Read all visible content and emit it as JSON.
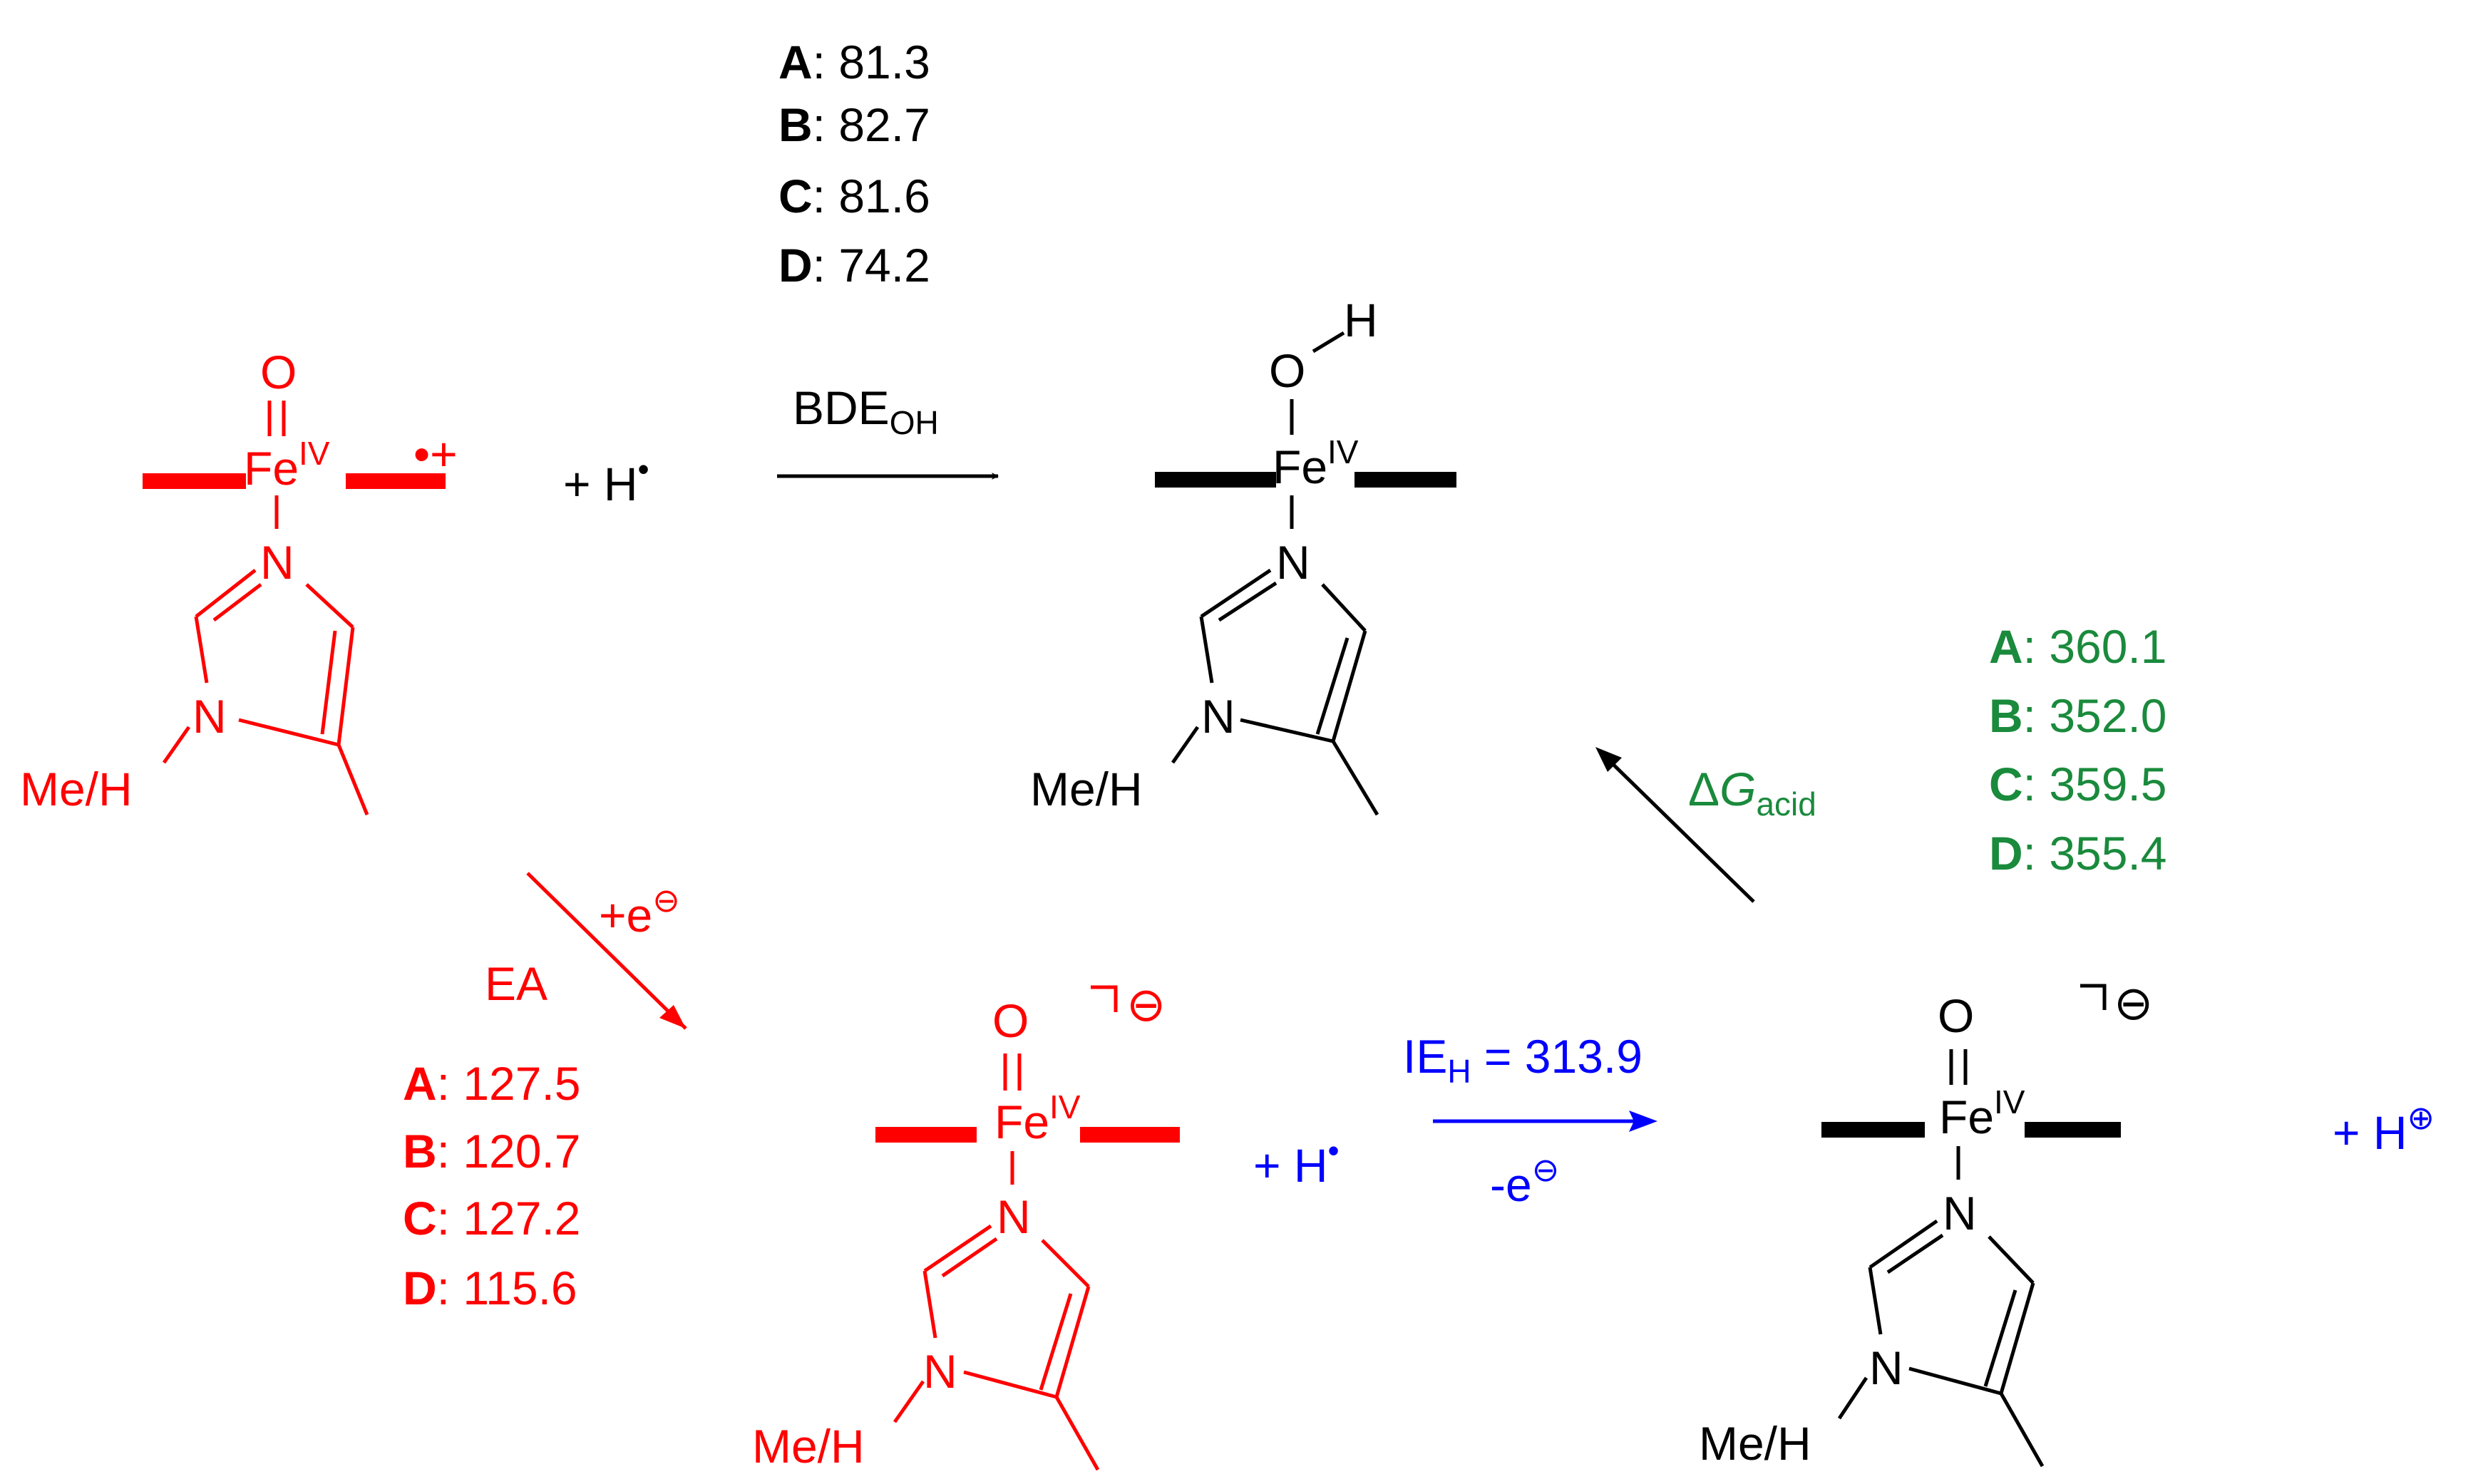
{
  "colors": {
    "black": "#000000",
    "red": "#ff0000",
    "blue": "#0000ff",
    "green": "#1a8a3c"
  },
  "atoms": {
    "oxygen": "O",
    "hydrogen": "H",
    "iron": "Fe",
    "iron_ox": "IV",
    "nitrogen": "N",
    "substituent": "Me/H"
  },
  "radical_cation": "•+",
  "anion_charge": "⊖",
  "proton_charge": "⊕",
  "h_atom_prefix": "+ H",
  "h_dot": "•",
  "proton_prefix": "+ H",
  "bde": {
    "label": "BDE",
    "subscript": "OH",
    "values": [
      {
        "key": "A",
        "value": ": 81.3"
      },
      {
        "key": "B",
        "value": ": 82.7"
      },
      {
        "key": "C",
        "value": ": 81.6"
      },
      {
        "key": "D",
        "value": ": 74.2"
      }
    ]
  },
  "ea": {
    "label": "EA",
    "electron": "+e",
    "values": [
      {
        "key": "A",
        "value": ": 127.5"
      },
      {
        "key": "B",
        "value": ": 120.7"
      },
      {
        "key": "C",
        "value": ": 127.2"
      },
      {
        "key": "D",
        "value": ": 115.6"
      }
    ]
  },
  "ie": {
    "label": "IE",
    "subscript": "H",
    "value": " = 313.9",
    "electron": "-e"
  },
  "acid": {
    "delta": "Δ",
    "g": "G",
    "subscript": "acid",
    "values": [
      {
        "key": "A",
        "value": ": 360.1"
      },
      {
        "key": "B",
        "value": ": 352.0"
      },
      {
        "key": "C",
        "value": ": 359.5"
      },
      {
        "key": "D",
        "value": ": 355.4"
      }
    ]
  }
}
